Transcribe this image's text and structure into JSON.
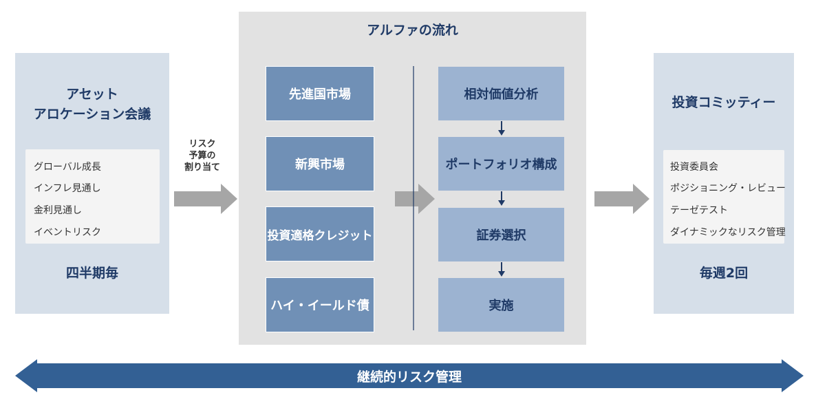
{
  "colors": {
    "side_panel_bg": "#d6dfe9",
    "center_panel_bg": "#e2e2e2",
    "title_navy": "#1f3a66",
    "market_box": "#7090b6",
    "process_box": "#9cb3d1",
    "gray_arrow": "#a6a6a6",
    "bottom_arrow": "#336094"
  },
  "left": {
    "title_line1": "アセット",
    "title_line2": "アロケーション会議",
    "items": [
      "グローバル成長",
      "インフレ見通し",
      "金利見通し",
      "イベントリスク"
    ],
    "frequency": "四半期毎"
  },
  "allocation_label": {
    "line1": "リスク",
    "line2": "予算の",
    "line3": "割り当て"
  },
  "center": {
    "title": "アルファの流れ",
    "markets": [
      "先進国市場",
      "新興市場",
      "投資適格クレジット",
      "ハイ・イールド債"
    ],
    "process": [
      "相対価値分析",
      "ポートフォリオ構成",
      "証券選択",
      "実施"
    ]
  },
  "right": {
    "title": "投資コミッティー",
    "items": [
      "投資委員会",
      "ポジショニング・レビュー",
      "テーゼテスト",
      "ダイナミックなリスク管理"
    ],
    "frequency": "毎週2回"
  },
  "bottom": {
    "label": "継続的リスク管理"
  },
  "icons": {
    "flow_arrow": "right-arrow-icon",
    "process_arrow": "down-arrow-icon",
    "bottom_arrow": "double-headed-arrow-icon"
  }
}
